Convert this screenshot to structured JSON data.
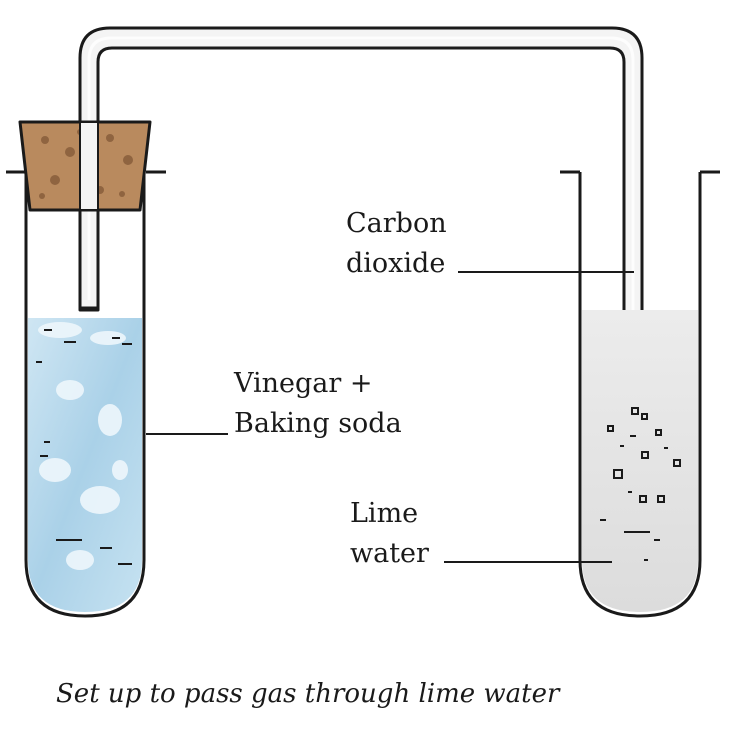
{
  "labels": {
    "carbon_dioxide_line1": "Carbon",
    "carbon_dioxide_line2": "dioxide",
    "vinegar_line1": "Vinegar +",
    "vinegar_line2": "Baking soda",
    "lime_line1": "Lime",
    "lime_line2": "water"
  },
  "caption": "Set up to pass gas through lime water",
  "colors": {
    "outline": "#1a1a1a",
    "cork": "#b98a5e",
    "cork_spots": "#8f6440",
    "solution": "#b7d9ec",
    "solution_light": "#e4f2fa",
    "lime_water": "#e6e6e6",
    "tube_bg": "#f5f5f5"
  }
}
